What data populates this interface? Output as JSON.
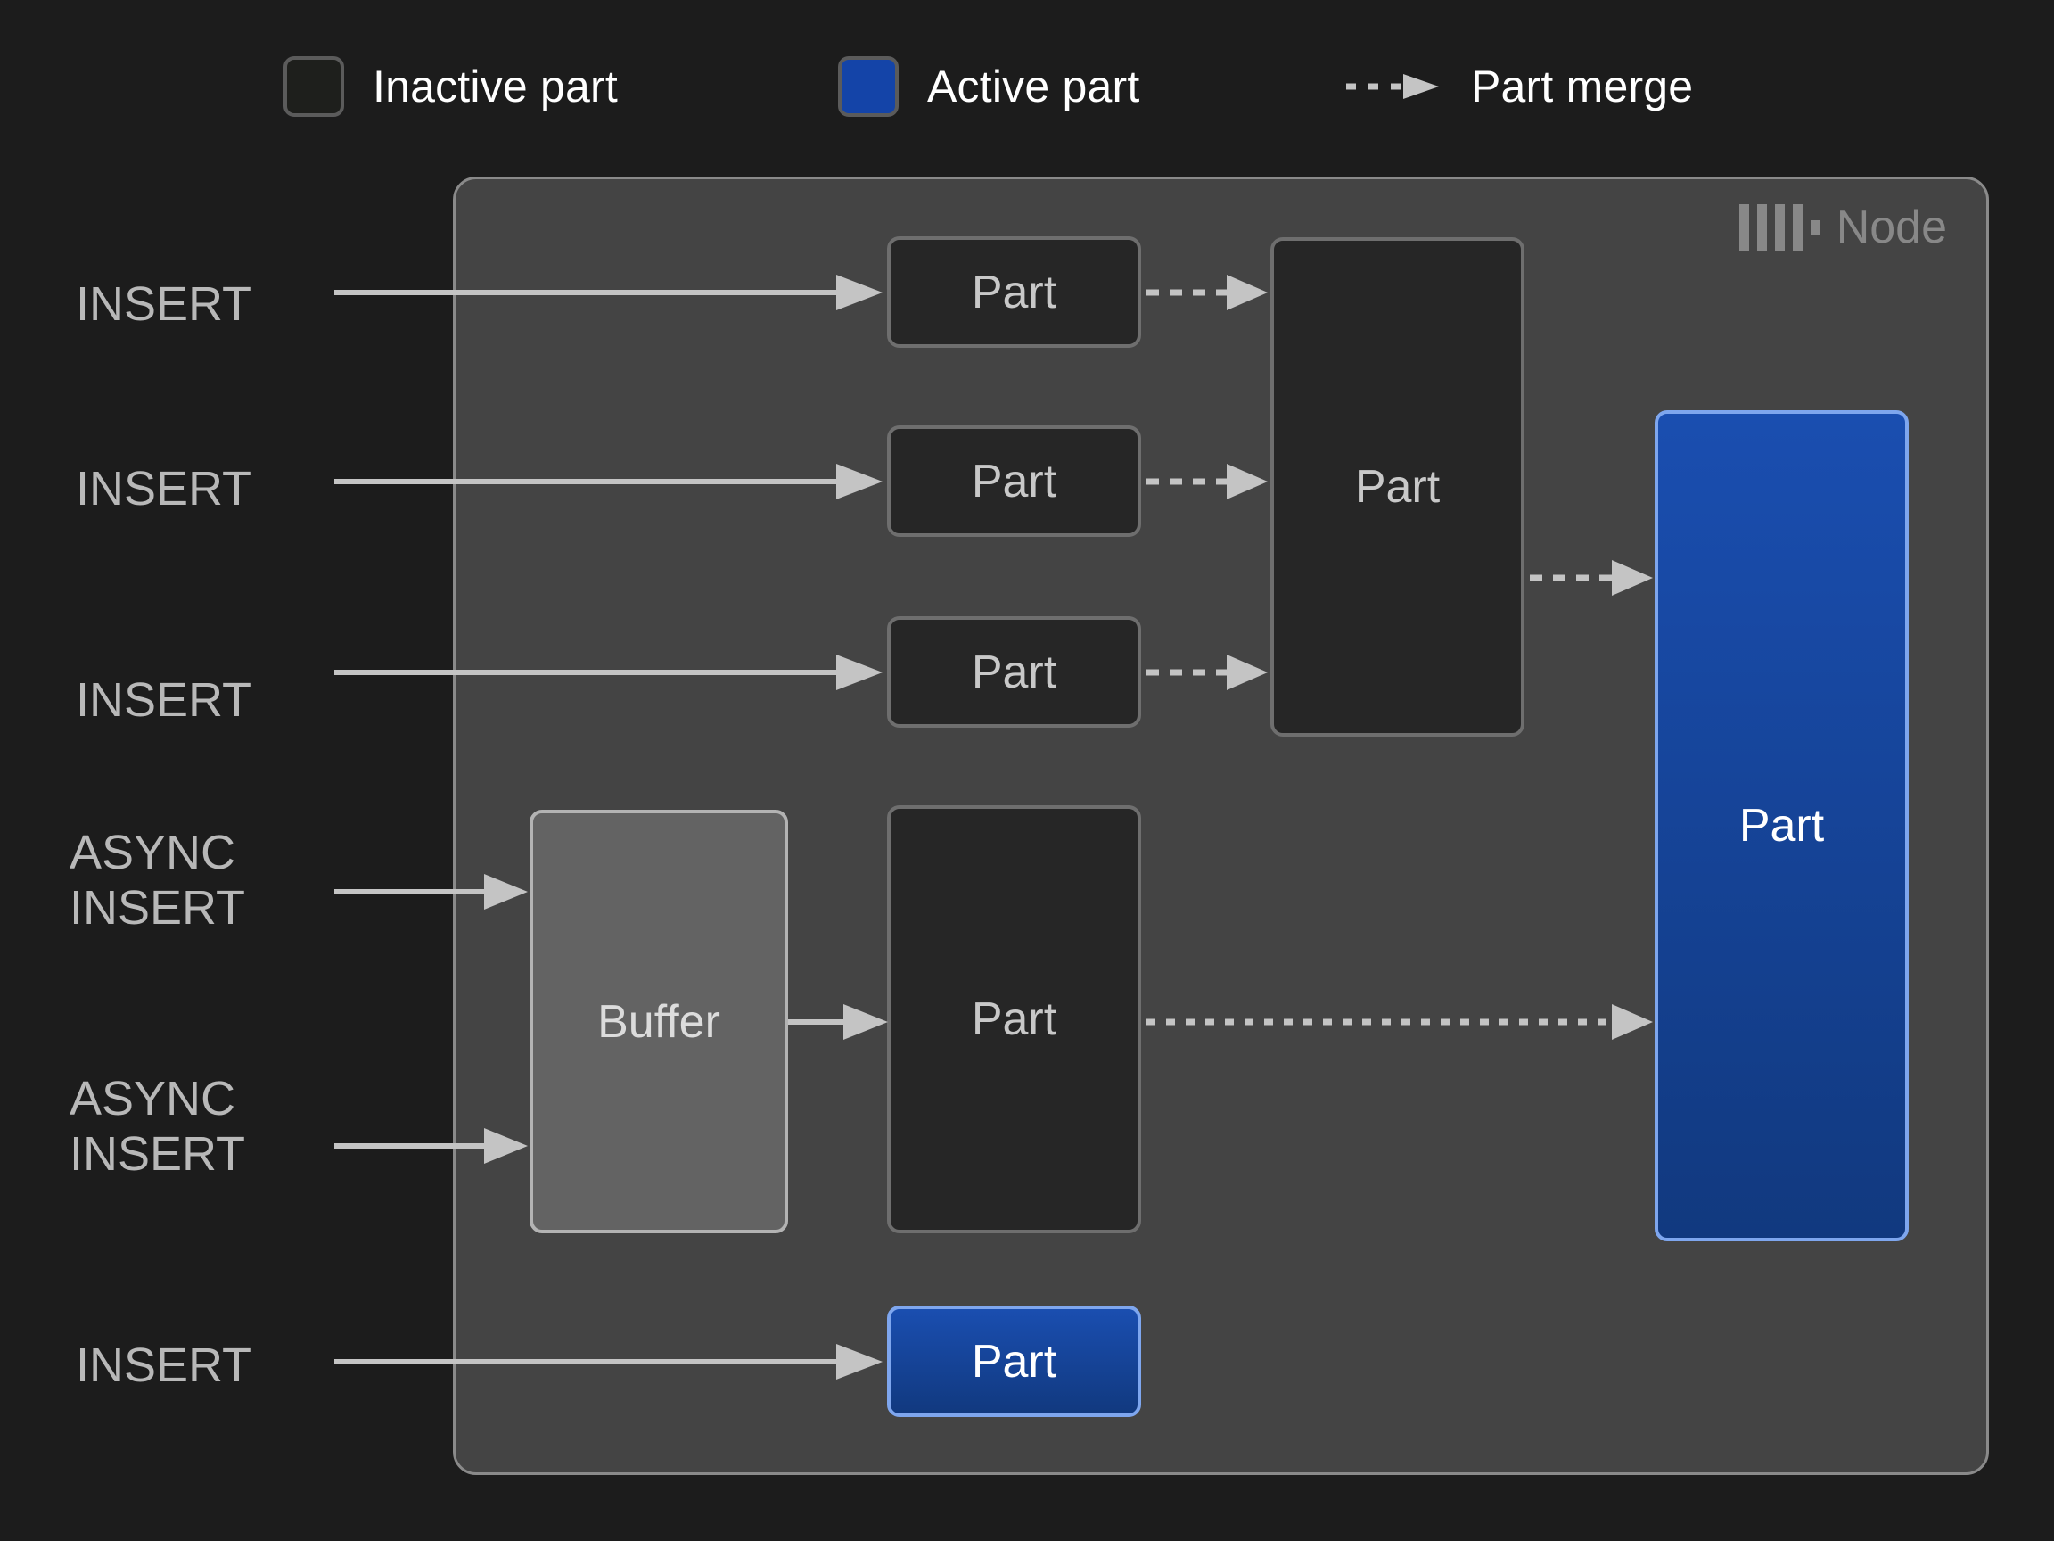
{
  "legend": {
    "items": [
      {
        "id": "inactive",
        "label": "Inactive part",
        "swatch": "inactive-part-swatch",
        "color": "#1e1f1c"
      },
      {
        "id": "active",
        "label": "Active part",
        "swatch": "active-part-swatch",
        "color": "#1444a8"
      },
      {
        "id": "merge",
        "label": "Part merge",
        "swatch": "dashed-arrow-icon",
        "color": "#c4c4c4"
      }
    ]
  },
  "node": {
    "label": "Node",
    "logo_icon": "clickhouse-logo-icon",
    "background": "#444444",
    "border": "#8a8a8a"
  },
  "sources": [
    {
      "id": "insert-1",
      "text": "INSERT"
    },
    {
      "id": "insert-2",
      "text": "INSERT"
    },
    {
      "id": "insert-3",
      "text": "INSERT"
    },
    {
      "id": "async-insert-1",
      "text": "ASYNC\nINSERT"
    },
    {
      "id": "async-insert-2",
      "text": "ASYNC\nINSERT"
    },
    {
      "id": "insert-4",
      "text": "INSERT"
    }
  ],
  "boxes": [
    {
      "id": "part-row1",
      "label": "Part",
      "state": "inactive"
    },
    {
      "id": "part-row2",
      "label": "Part",
      "state": "inactive"
    },
    {
      "id": "part-row3",
      "label": "Part",
      "state": "inactive"
    },
    {
      "id": "part-merged",
      "label": "Part",
      "state": "inactive"
    },
    {
      "id": "buffer",
      "label": "Buffer",
      "state": "buffer"
    },
    {
      "id": "part-from-buffer",
      "label": "Part",
      "state": "inactive"
    },
    {
      "id": "part-final",
      "label": "Part",
      "state": "active"
    },
    {
      "id": "part-direct-insert",
      "label": "Part",
      "state": "active"
    }
  ],
  "colors": {
    "page_background": "#1c1c1c",
    "node_background": "#444444",
    "inactive_part": "#262626",
    "inactive_border": "#6e6e6e",
    "active_part": "#1444a8",
    "active_border": "#7ea6ee",
    "buffer_fill": "#636363",
    "arrow": "#c4c4c4",
    "label_text": "#b8b8b8",
    "legend_text": "#ffffff"
  }
}
